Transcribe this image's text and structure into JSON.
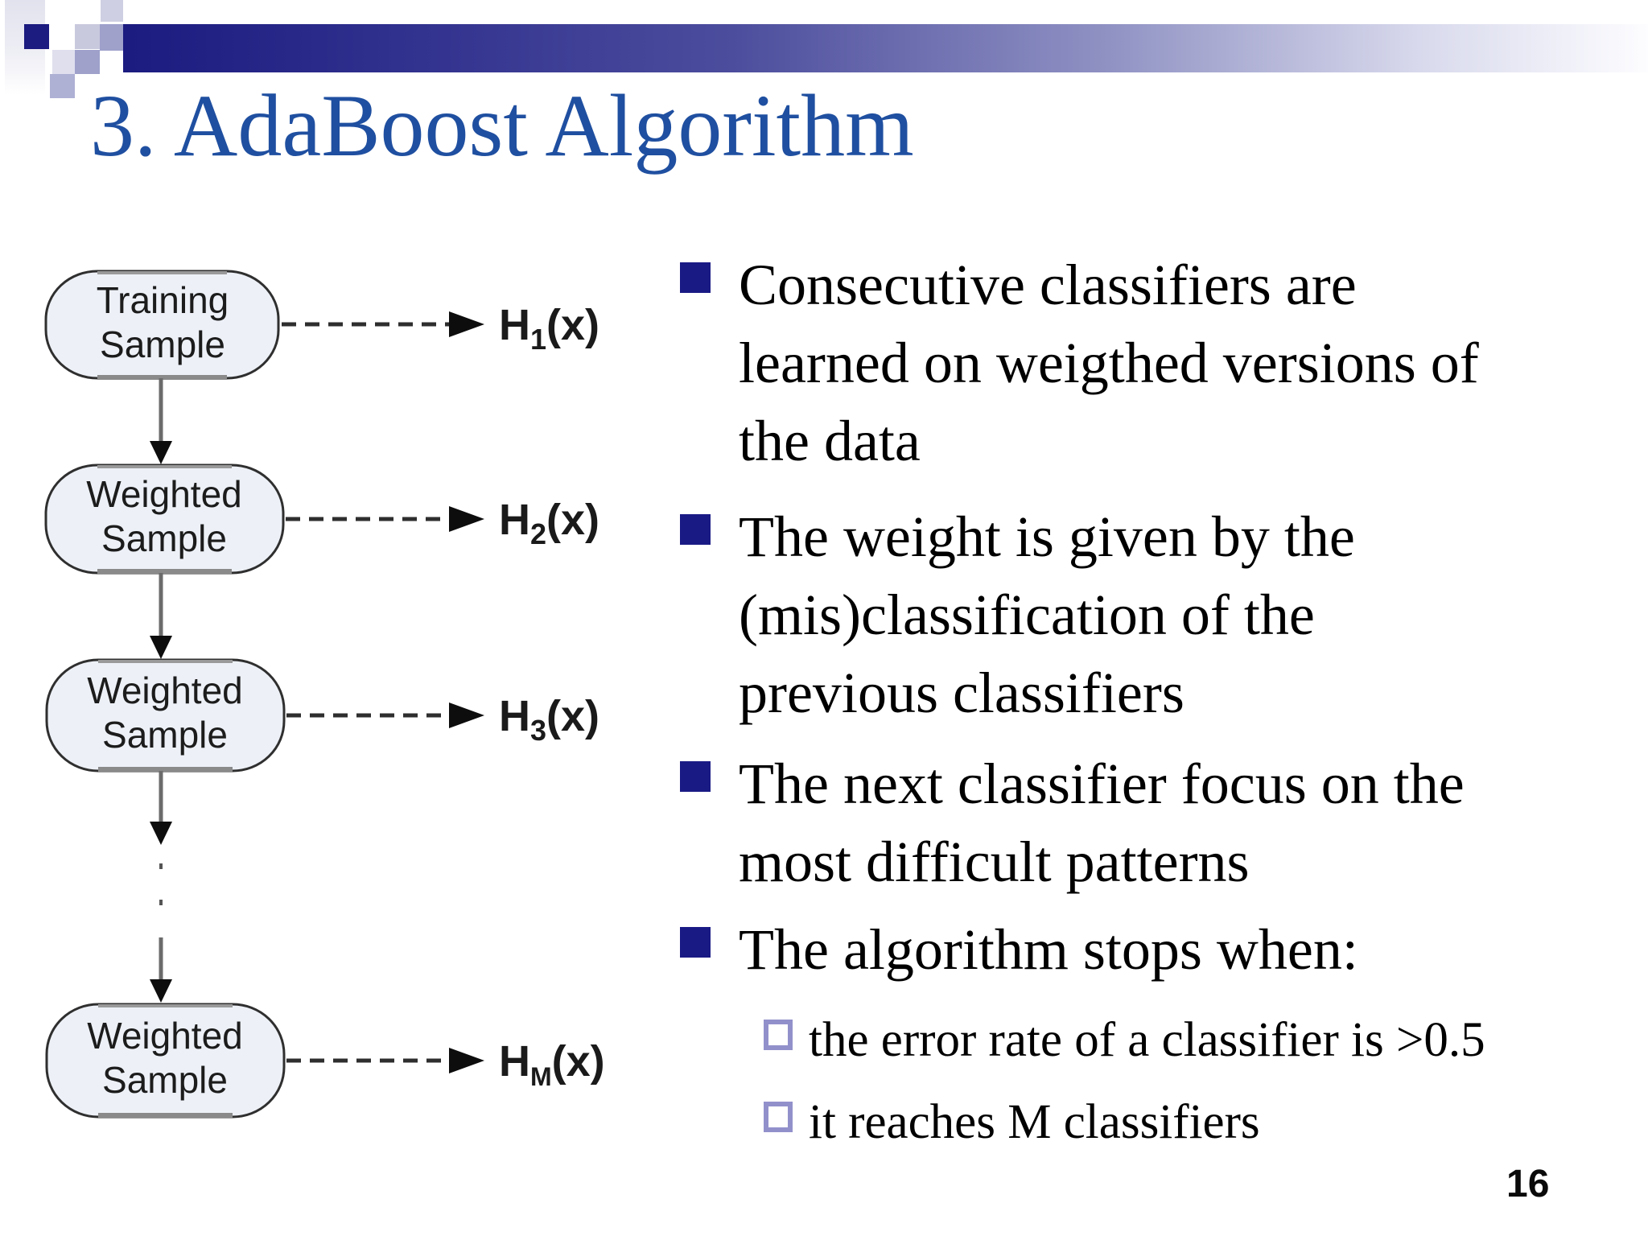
{
  "colors": {
    "title_blue": "#1F4FA0",
    "accent_navy": "#1B1B80",
    "bullet_navy": "#1A1A85",
    "sub_bullet_lavender": "#9290CB",
    "node_fill": "#EDF1F7",
    "node_border": "#2F2F2F",
    "arrow_gray": "#6B6B6B",
    "text_black": "#000000"
  },
  "page": {
    "title": "3. AdaBoost Algorithm",
    "page_number": "16"
  },
  "diagram": {
    "nodes": [
      {
        "line1": "Training",
        "line2": "Sample",
        "output": {
          "base": "H",
          "sub": "1",
          "suffix": "(x)"
        }
      },
      {
        "line1": "Weighted",
        "line2": "Sample",
        "output": {
          "base": "H",
          "sub": "2",
          "suffix": "(x)"
        }
      },
      {
        "line1": "Weighted",
        "line2": "Sample",
        "output": {
          "base": "H",
          "sub": "3",
          "suffix": "(x)"
        }
      },
      {
        "line1": "Weighted",
        "line2": "Sample",
        "output": {
          "base": "H",
          "sub": "M",
          "suffix": "(x)"
        }
      }
    ]
  },
  "bullets": [
    {
      "lines": [
        "Consecutive classifiers are",
        "learned on weigthed versions of",
        "the data"
      ]
    },
    {
      "lines": [
        "The weight is given by the",
        "(mis)classification of the",
        "previous classifiers"
      ]
    },
    {
      "lines": [
        "The next classifier focus on the",
        "most difficult patterns"
      ]
    },
    {
      "lines": [
        "The algorithm stops when:"
      ],
      "sub": [
        "the error rate of a classifier is >0.5",
        "it reaches M classifiers"
      ]
    }
  ]
}
